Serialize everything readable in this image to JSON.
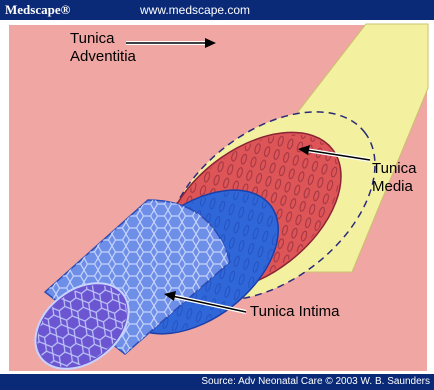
{
  "header": {
    "brand": "Medscape®",
    "url": "www.medscape.com"
  },
  "diagram": {
    "labels": {
      "adventitia_line1": "Tunica",
      "adventitia_line2": "Adventitia",
      "media_line1": "Tunica",
      "media_line2": "Media",
      "intima": "Tunica Intima"
    },
    "colors": {
      "background": "#f0a6a2",
      "adventitia": "#f3f0a0",
      "media": "#de5558",
      "intima_outer": "#2f66d8",
      "intima_inner": "#6d8fe8",
      "lumen": "#6b55d0",
      "bars": "#0a2a78"
    }
  },
  "footer": {
    "source": "Source: Adv Neonatal Care © 2003 W. B. Saunders"
  }
}
